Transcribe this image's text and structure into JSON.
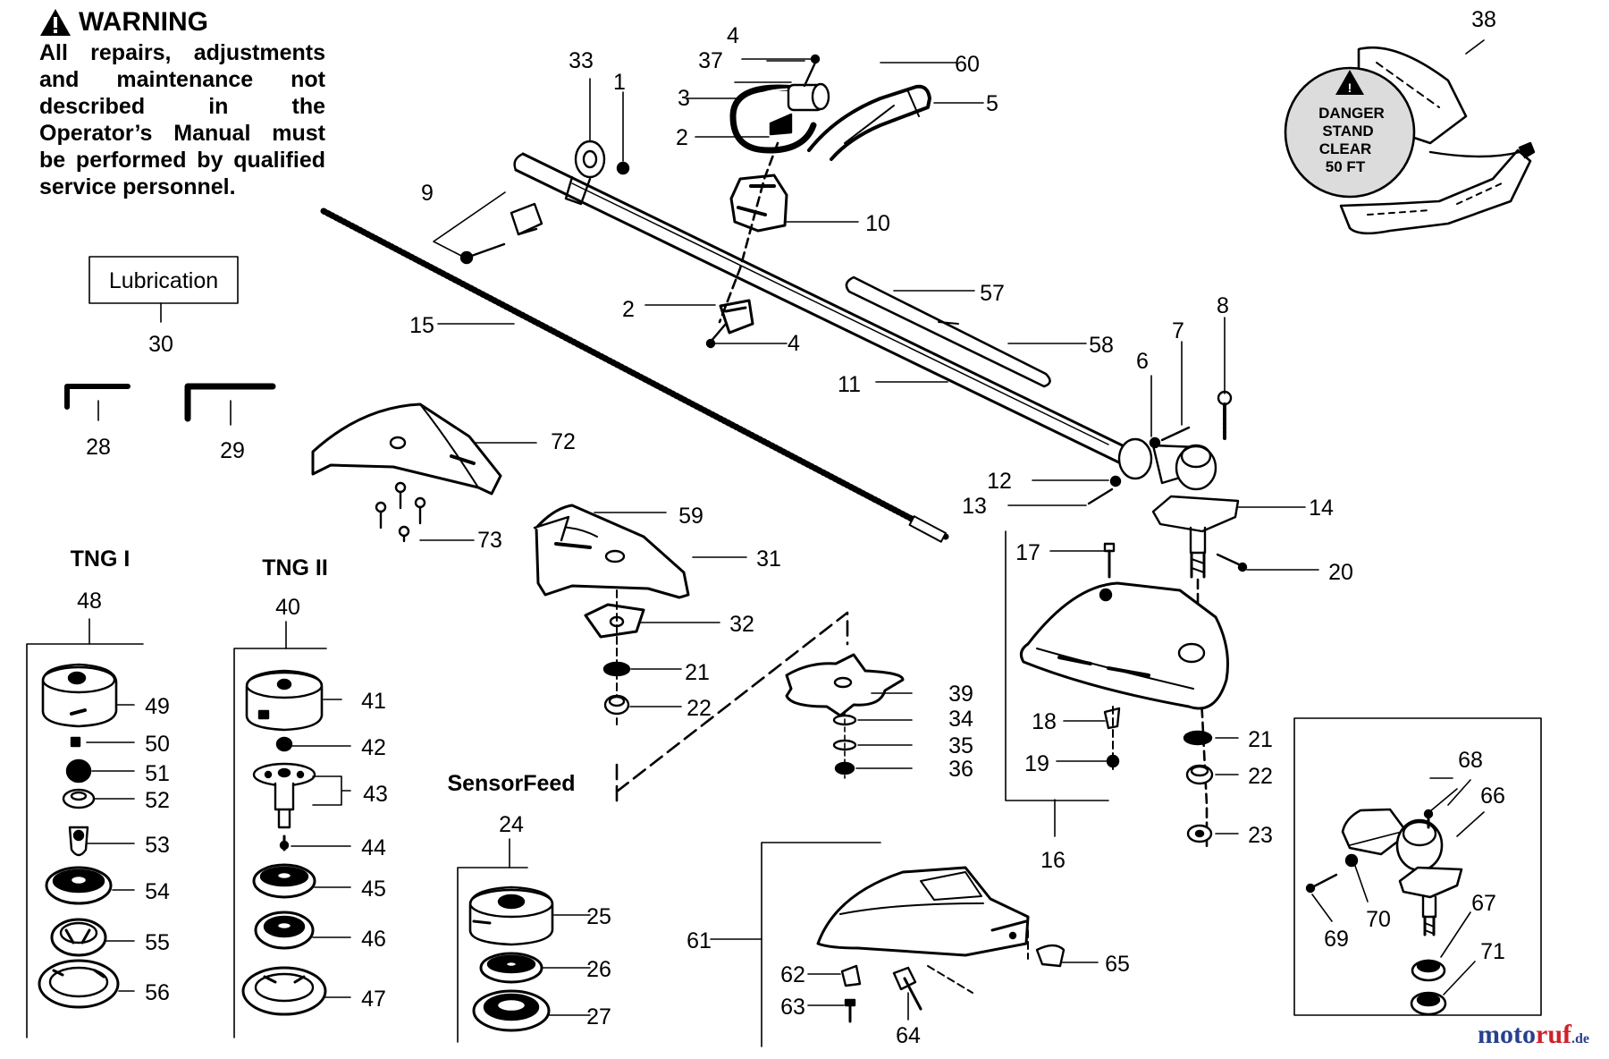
{
  "warning": {
    "title": "WARNING",
    "text": "All repairs, adjustments and maintenance not described in the Operator’s Manual must be performed by qualified service personnel."
  },
  "decal_text": [
    "DANGER",
    "STAND",
    "CLEAR",
    "50 FT"
  ],
  "group_titles": {
    "lubrication": "Lubrication",
    "tng1": "TNG I",
    "tng2": "TNG II",
    "sensorfeed": "SensorFeed"
  },
  "callouts": [
    "1",
    "2",
    "3",
    "4",
    "5",
    "6",
    "7",
    "8",
    "9",
    "10",
    "11",
    "12",
    "13",
    "14",
    "15",
    "16",
    "17",
    "18",
    "19",
    "20",
    "21",
    "22",
    "23",
    "24",
    "25",
    "26",
    "27",
    "28",
    "29",
    "30",
    "31",
    "32",
    "33",
    "34",
    "35",
    "36",
    "37",
    "38",
    "39",
    "40",
    "41",
    "42",
    "43",
    "44",
    "45",
    "46",
    "47",
    "48",
    "49",
    "50",
    "51",
    "52",
    "53",
    "54",
    "55",
    "56",
    "57",
    "58",
    "59",
    "60",
    "61",
    "62",
    "63",
    "64",
    "65",
    "66",
    "67",
    "68",
    "69",
    "70",
    "71",
    "72",
    "73"
  ],
  "brand": {
    "part1": "moto",
    "part2": "ruf",
    "part3": ".de"
  },
  "colors": {
    "ink": "#000000",
    "decal_fill": "#dcdcdc",
    "brand_blue": "#27408f",
    "brand_red": "#d0202a"
  }
}
